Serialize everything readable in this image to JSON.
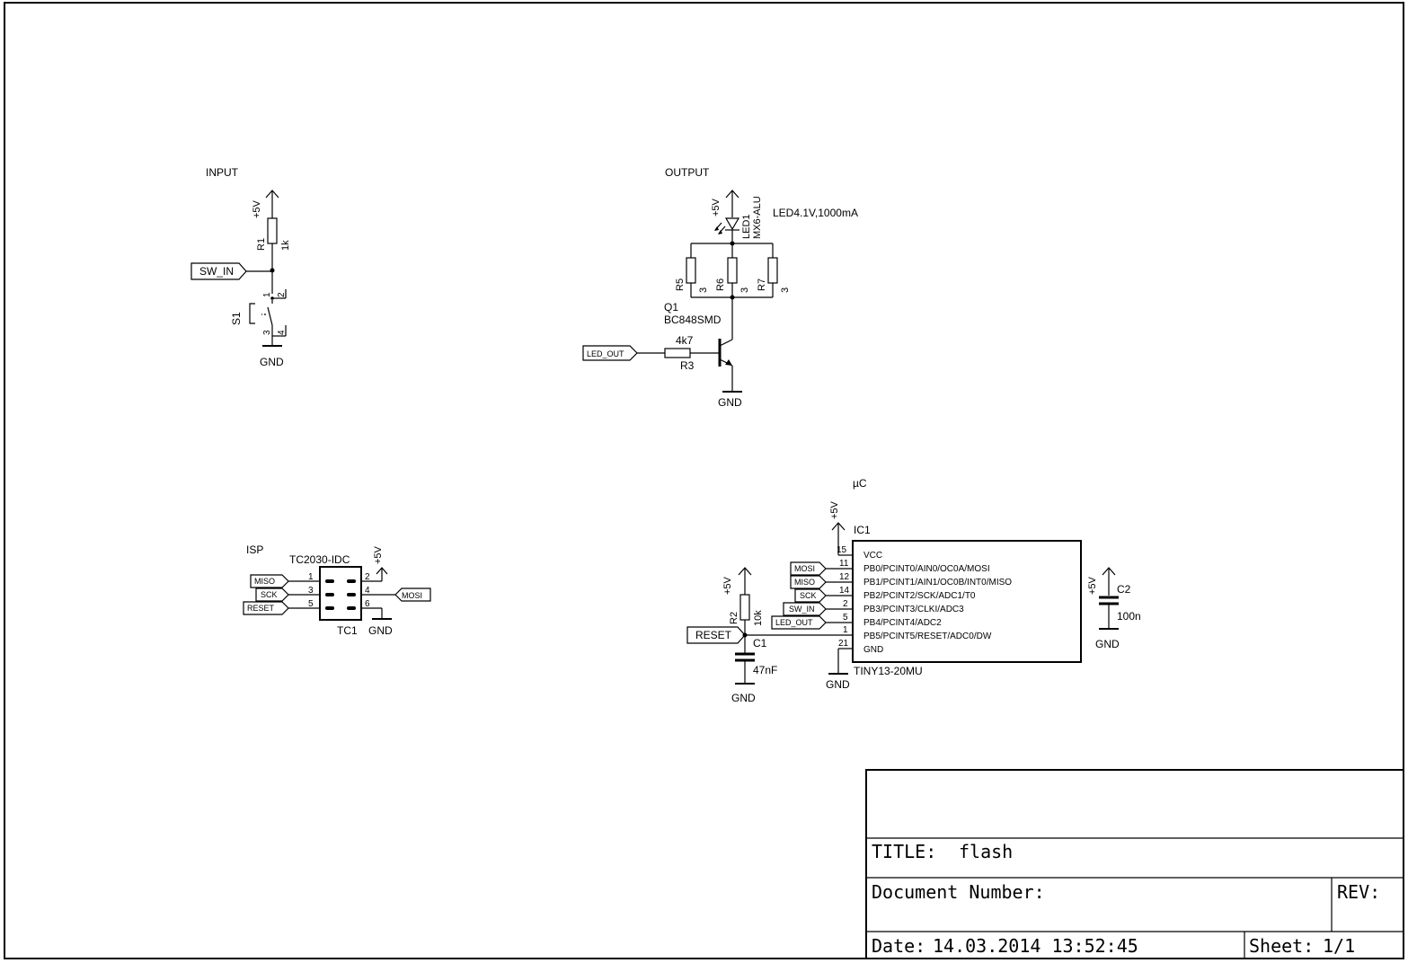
{
  "sections": {
    "input": "INPUT",
    "output": "OUTPUT",
    "isp": "ISP",
    "uc": "µC"
  },
  "supplies": {
    "vcc": "+5V",
    "gnd": "GND"
  },
  "input_block": {
    "r1_name": "R1",
    "r1_value": "1k",
    "s1_name": "S1",
    "s1_pins": [
      "1",
      "2",
      "3",
      "4"
    ],
    "net_label": "SW_IN"
  },
  "output_block": {
    "led_name": "LED1",
    "led_part": "MX6-ALU",
    "led_desc": "LED4.1V,1000mA",
    "resistors": [
      {
        "name": "R5",
        "value": "3"
      },
      {
        "name": "R6",
        "value": "3"
      },
      {
        "name": "R7",
        "value": "3"
      }
    ],
    "q1_name": "Q1",
    "q1_part": "BC848SMD",
    "r3_name": "R3",
    "r3_value": "4k7",
    "net_label": "LED_OUT"
  },
  "isp_block": {
    "part": "TC2030-IDC",
    "name": "TC1",
    "left_pins": [
      {
        "num": "1",
        "net": "MISO"
      },
      {
        "num": "3",
        "net": "SCK"
      },
      {
        "num": "5",
        "net": "RESET"
      }
    ],
    "right_pins": [
      {
        "num": "2",
        "net": "+5V"
      },
      {
        "num": "4",
        "net": "MOSI"
      },
      {
        "num": "6",
        "net": "GND"
      }
    ]
  },
  "uc_block": {
    "ic_name": "IC1",
    "ic_part": "TINY13-20MU",
    "pins": [
      {
        "num": "15",
        "name": "VCC",
        "net": ""
      },
      {
        "num": "11",
        "name": "PB0/PCINT0/AIN0/OC0A/MOSI",
        "net": "MOSI"
      },
      {
        "num": "12",
        "name": "PB1/PCINT1/AIN1/OC0B/INT0/MISO",
        "net": "MISO"
      },
      {
        "num": "14",
        "name": "PB2/PCINT2/SCK/ADC1/T0",
        "net": "SCK"
      },
      {
        "num": "2",
        "name": "PB3/PCINT3/CLKI/ADC3",
        "net": "SW_IN"
      },
      {
        "num": "5",
        "name": "PB4/PCINT4/ADC2",
        "net": "LED_OUT"
      },
      {
        "num": "1",
        "name": "PB5/PCINT5/RESET/ADC0/DW",
        "net": ""
      },
      {
        "num": "21",
        "name": "GND",
        "net": ""
      }
    ],
    "r2_name": "R2",
    "r2_value": "10k",
    "c1_name": "C1",
    "c1_value": "47nF",
    "c2_name": "C2",
    "c2_value": "100n",
    "reset_label": "RESET"
  },
  "title_block": {
    "title_label": "TITLE:",
    "title_value": "flash",
    "doc_label": "Document Number:",
    "rev_label": "REV:",
    "date_label": "Date:",
    "date_value": "14.03.2014 13:52:45",
    "sheet_label": "Sheet:",
    "sheet_value": "1/1"
  }
}
